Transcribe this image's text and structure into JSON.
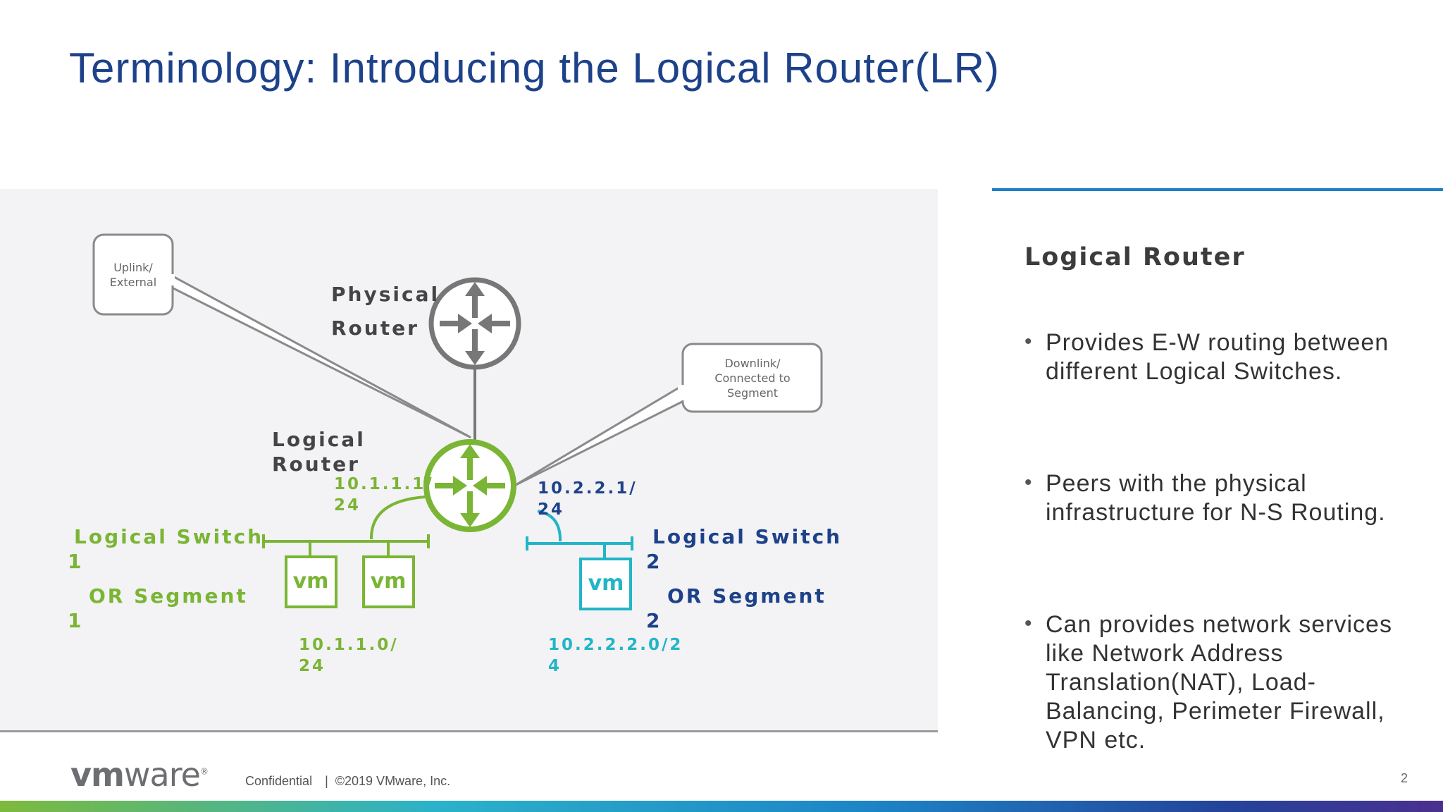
{
  "slide": {
    "title": "Terminology: Introducing the Logical Router(LR)",
    "page_number": "2"
  },
  "diagram": {
    "callout_uplink": [
      "Uplink/",
      "External"
    ],
    "callout_downlink": [
      "Downlink/",
      "Connected to",
      "Segment"
    ],
    "physical_router_label": [
      "Physical",
      "Router"
    ],
    "logical_router_label": [
      "Logical",
      "Router"
    ],
    "ip_left_router": [
      "10.1.1.1/",
      "24"
    ],
    "ip_right_router": [
      "10.2.2.1/",
      "24"
    ],
    "switch1_label": [
      "Logical Switch",
      "1"
    ],
    "segment1_label": [
      "OR Segment",
      "1"
    ],
    "switch2_label": [
      "Logical Switch",
      "2"
    ],
    "segment2_label": [
      "OR Segment",
      "2"
    ],
    "subnet1": [
      "10.1.1.0/",
      "24"
    ],
    "subnet2": [
      "10.2.2.2.0/2",
      "4"
    ],
    "vm_label": "vm",
    "colors": {
      "green": "#7ab535",
      "teal": "#21b5c7",
      "navy": "#1d428a",
      "gray": "#777777"
    }
  },
  "side_panel": {
    "heading": "Logical Router",
    "bullets": [
      "Provides E-W routing between different Logical Switches.",
      "Peers with the physical infrastructure for N-S Routing.",
      "Can provides network services like Network Address Translation(NAT), Load-Balancing, Perimeter Firewall, VPN etc."
    ]
  },
  "footer": {
    "logo_bold": "vm",
    "logo_rest": "ware",
    "logo_mark": "®",
    "confidential": "Confidential",
    "separator": "|",
    "copyright": "©2019 VMware, Inc."
  }
}
